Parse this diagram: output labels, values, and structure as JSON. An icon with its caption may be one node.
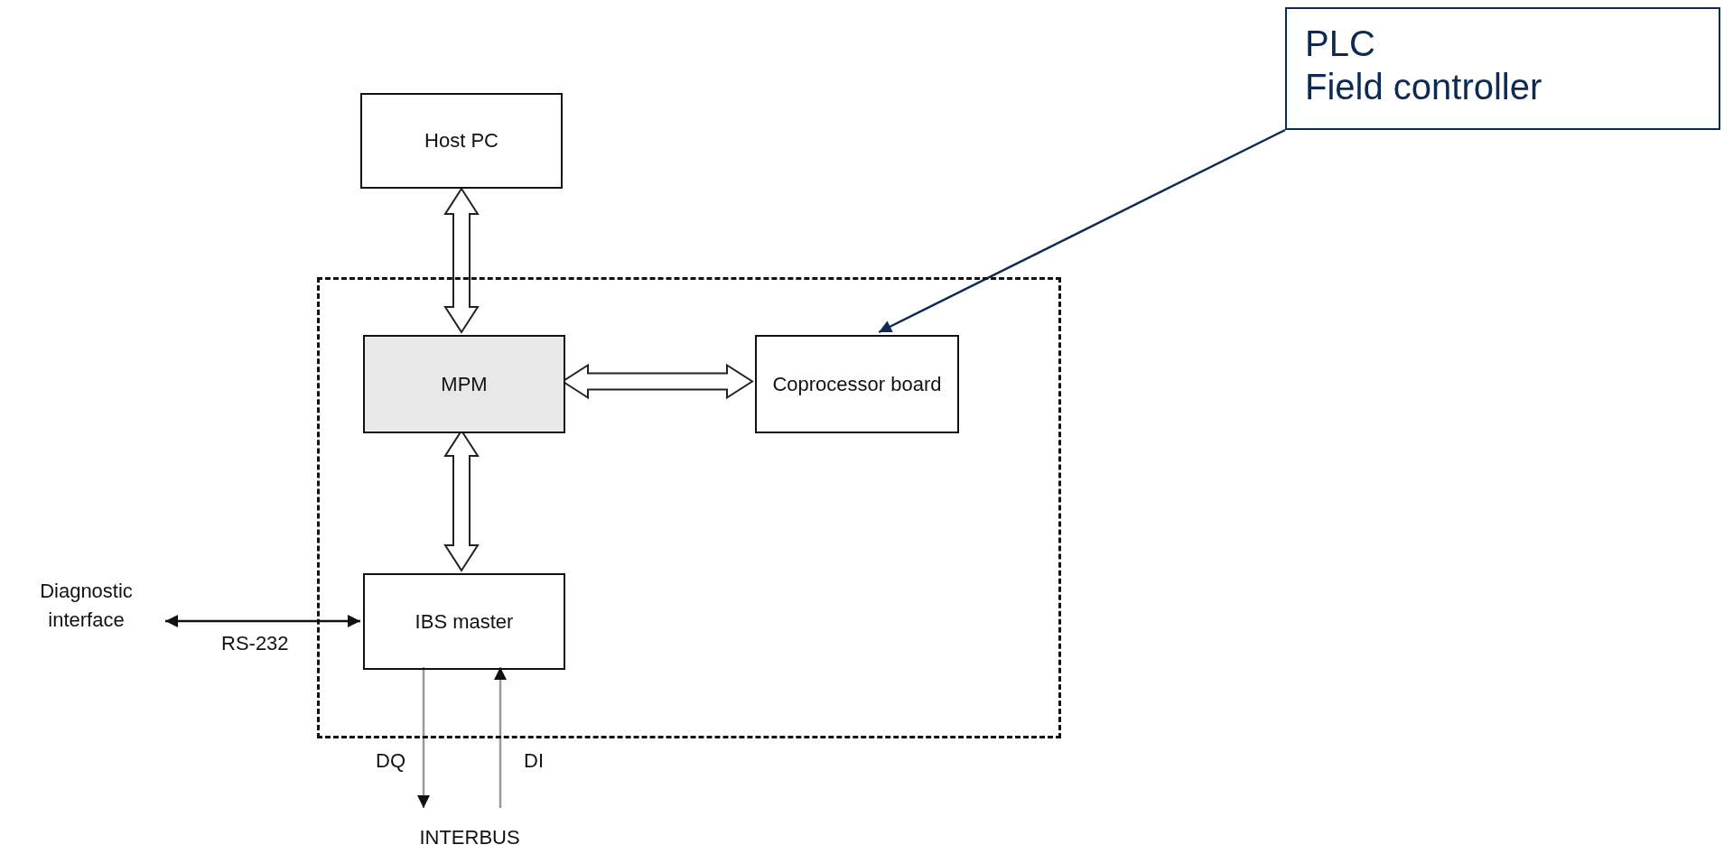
{
  "diagram": {
    "nodes": [
      {
        "text": [
          "Host PC"
        ]
      },
      {
        "text": [],
        "shape": "box"
      },
      {
        "text": [
          "MPM"
        ],
        "in": 1
      },
      {
        "text": [
          "Coprocessor board"
        ],
        "in": 1
      },
      {
        "text": [
          "IBS master"
        ],
        "in": 1
      },
      {
        "text": [
          "Diagnostic interface"
        ]
      },
      {
        "text": [
          "INTERBUS"
        ]
      },
      {
        "text": [
          "PLC",
          "Field controller"
        ]
      }
    ],
    "edges": [
      {
        "from": 0,
        "to": 2,
        "arrow": "both",
        "style": "thick"
      },
      {
        "from": 2,
        "to": 3,
        "arrow": "both",
        "style": "thick"
      },
      {
        "from": 2,
        "to": 4,
        "arrow": "both",
        "style": "thick"
      },
      {
        "from": 5,
        "to": 4,
        "arrow": "both",
        "label": "RS-232",
        "color": "#111111"
      },
      {
        "from": 4,
        "to": 6,
        "arrow": "to",
        "label": "DQ",
        "color": "#9a9a9a"
      },
      {
        "from": 6,
        "to": 4,
        "arrow": "to",
        "label": "DI",
        "color": "#9a9a9a"
      },
      {
        "from": 7,
        "to": 3,
        "arrow": "to",
        "color": "#0b2a55"
      }
    ]
  }
}
